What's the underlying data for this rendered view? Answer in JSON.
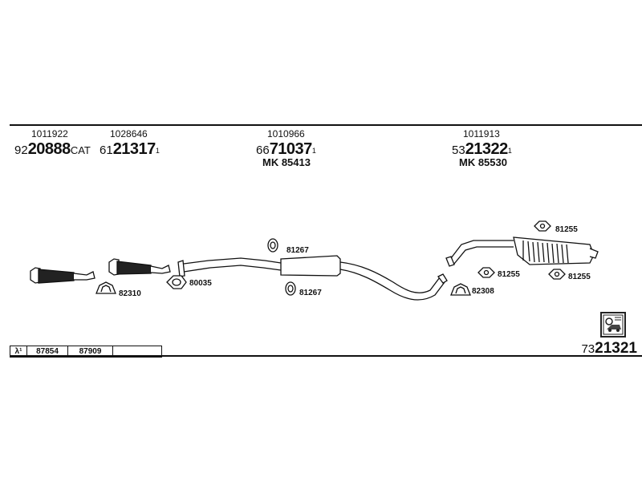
{
  "groups": [
    {
      "ref": "1011922",
      "prefix": "92",
      "main": "20888",
      "suffix": "CAT",
      "sup": "",
      "mk": ""
    },
    {
      "ref": "1028646",
      "prefix": "61",
      "main": "21317",
      "suffix": "",
      "sup": "1",
      "mk": ""
    },
    {
      "ref": "1010966",
      "prefix": "66",
      "main": "71037",
      "suffix": "",
      "sup": "1",
      "mk": "MK 85413"
    },
    {
      "ref": "1011913",
      "prefix": "53",
      "main": "21322",
      "suffix": "",
      "sup": "1",
      "mk": "MK 85530"
    }
  ],
  "labels": {
    "clamp_front": "82310",
    "gasket_front": "80035",
    "hanger_mid_top": "81267",
    "hanger_mid_bottom": "81267",
    "clamp_rear": "82308",
    "rubber_top": "81255",
    "rubber_left": "81255",
    "rubber_right": "81255"
  },
  "ref_table": {
    "symbol": "λ¹",
    "cells": [
      "87854",
      "87909",
      ""
    ]
  },
  "bottom": {
    "prefix": "73",
    "main": "21321"
  },
  "icons": {
    "logo": "car-book-logo-icon"
  }
}
